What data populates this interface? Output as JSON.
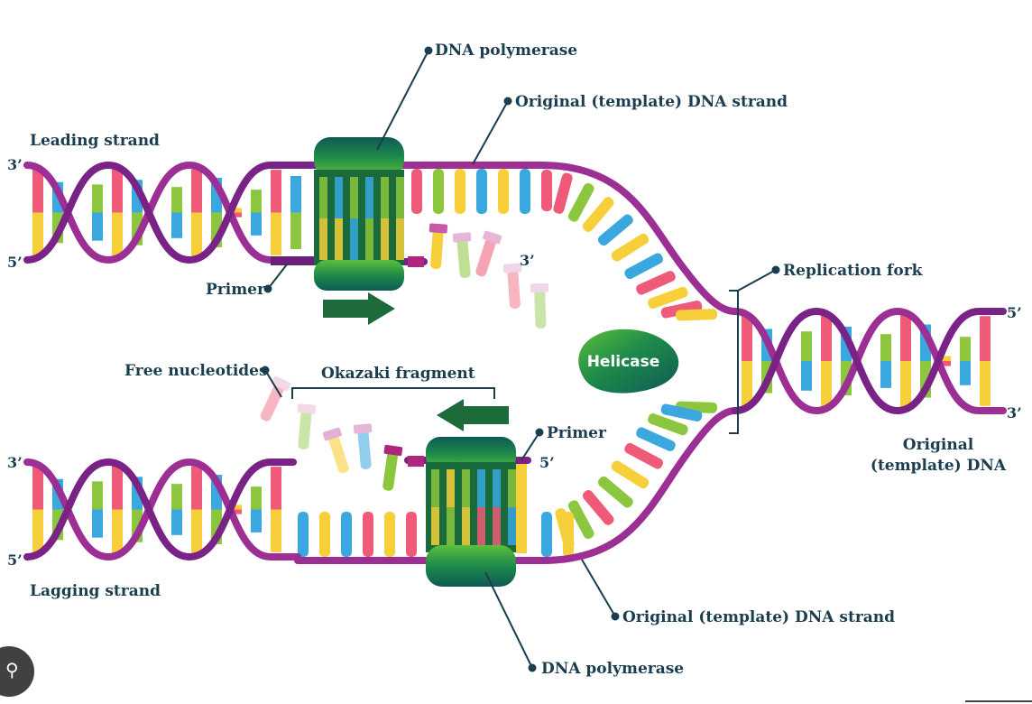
{
  "labels": {
    "dna_polymerase_top": "DNA polymerase",
    "original_template_strand_top": "Original (template) DNA strand",
    "leading_strand": "Leading strand",
    "primer_top": "Primer",
    "replication_fork": "Replication fork",
    "helicase": "Helicase",
    "free_nucleotides": "Free nucleotides",
    "okazaki_fragment": "Okazaki fragment",
    "primer_bottom": "Primer",
    "original_template_dna_line1": "Original",
    "original_template_dna_line2": "(template) DNA",
    "lagging_strand": "Lagging strand",
    "original_template_strand_bottom": "Original (template) DNA strand",
    "dna_polymerase_bottom": "DNA polymerase"
  },
  "ends": {
    "top_left_3": "3’",
    "top_left_5": "5’",
    "bottom_left_3": "3’",
    "bottom_left_5": "5’",
    "right_5": "5’",
    "right_3": "3’",
    "top_middle_3": "3’",
    "bottom_middle_5": "5’"
  },
  "colors": {
    "backbone": "#9b2f93",
    "backbone_dark": "#6a1f7a",
    "base_red": "#ef5a78",
    "base_blue": "#3aa8df",
    "base_yellow": "#f7cf3a",
    "base_green": "#8cc63e",
    "polymerase_dark": "#0e5d52",
    "polymerase_green": "#2f9f4a",
    "arrow_green": "#1d6a3b",
    "text": "#1a3d4f"
  },
  "icons": {
    "search_badge": "lens-icon"
  }
}
